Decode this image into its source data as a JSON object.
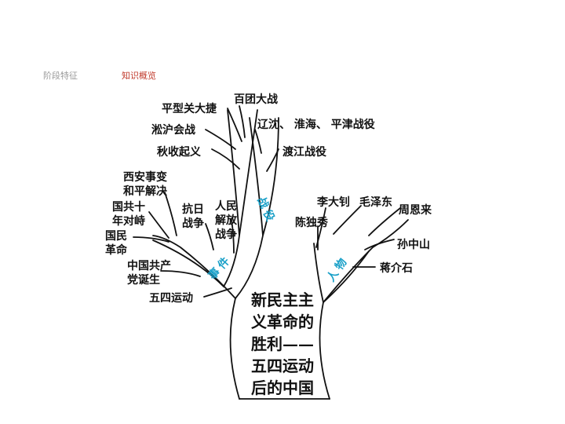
{
  "tabs": {
    "stage": "阶段特征",
    "overview": "知识概览"
  },
  "trunk": {
    "lines": [
      "新民主主",
      "义革命的",
      "胜利——",
      "五四运动",
      "后的中国"
    ]
  },
  "branches": {
    "events": "事件",
    "battles": "战役",
    "people": "人物"
  },
  "events": {
    "may4": "五四运动",
    "cpc_1": "中国共产",
    "cpc_2": "党诞生",
    "nat_1": "国民",
    "nat_2": "革命",
    "ten_1": "国共十",
    "ten_2": "年对峙",
    "xian_1": "西安事变",
    "xian_2": "和平解决",
    "anti_1": "抗日",
    "anti_2": "战争",
    "lib_1": "人民",
    "lib_2": "解放",
    "lib_3": "战争"
  },
  "battles": {
    "autumn": "秋收起义",
    "shanghai": "淞沪会战",
    "pingxing": "平型关大捷",
    "hundred": "百团大战",
    "three": "辽沈、 淮海、 平津战役",
    "yangtze": "渡江战役"
  },
  "people": {
    "li": "李大钊",
    "mao": "毛泽东",
    "zhou": "周恩来",
    "chen": "陈独秀",
    "sun": "孙中山",
    "chiang": "蒋介石"
  }
}
